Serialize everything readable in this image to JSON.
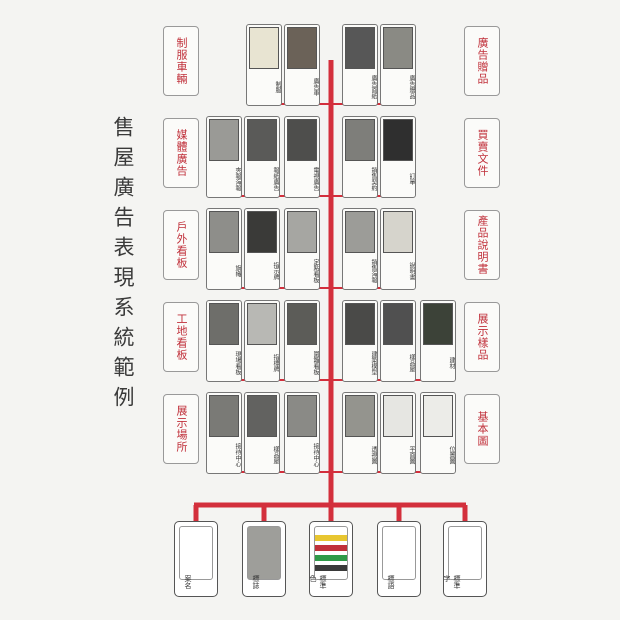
{
  "title": "售屋廣告表現系統範例",
  "left_categories": [
    {
      "label": "制服車輛",
      "items": [
        {
          "caption": "制服"
        },
        {
          "caption": "廣告車"
        }
      ]
    },
    {
      "label": "媒體廣告",
      "items": [
        {
          "caption": "夾報海報"
        },
        {
          "caption": "報紙廣告"
        },
        {
          "caption": "電視廣告"
        }
      ]
    },
    {
      "label": "戶外看板",
      "items": [
        {
          "caption": "旗幟"
        },
        {
          "caption": "指示牌"
        },
        {
          "caption": "定點看板"
        }
      ]
    },
    {
      "label": "工地看板",
      "items": [
        {
          "caption": "現場看板"
        },
        {
          "caption": "指標牌"
        },
        {
          "caption": "圍籬看板"
        }
      ]
    },
    {
      "label": "展示場所",
      "items": [
        {
          "caption": "接待中心"
        },
        {
          "caption": "樣品屋"
        },
        {
          "caption": "接待中心"
        }
      ]
    }
  ],
  "right_categories": [
    {
      "label": "廣告贈品",
      "items": [
        {
          "caption": "廣告面紙"
        },
        {
          "caption": "廣告贈品"
        }
      ]
    },
    {
      "label": "買賣文件",
      "items": [
        {
          "caption": "銷售契約"
        },
        {
          "caption": "訂單"
        }
      ]
    },
    {
      "label": "產品說明書",
      "items": [
        {
          "caption": "銷售海報"
        },
        {
          "caption": "說明書"
        }
      ]
    },
    {
      "label": "展示樣品",
      "items": [
        {
          "caption": "建築模型"
        },
        {
          "caption": "樣品屋"
        },
        {
          "caption": "建材"
        }
      ]
    },
    {
      "label": "基本圖",
      "items": [
        {
          "caption": "透視圖"
        },
        {
          "caption": "平面圖"
        },
        {
          "caption": "位置圖"
        }
      ]
    }
  ],
  "bottom_elements": [
    {
      "label": "案名"
    },
    {
      "label": "標誌"
    },
    {
      "label": "標準色"
    },
    {
      "label": "標語"
    },
    {
      "label": "標準字"
    }
  ],
  "colors": {
    "line": "#d32f3c",
    "label": "#c0303a",
    "stripes": [
      "#e8c630",
      "#c0303a",
      "#2f9a48",
      "#3a3a3a"
    ]
  }
}
